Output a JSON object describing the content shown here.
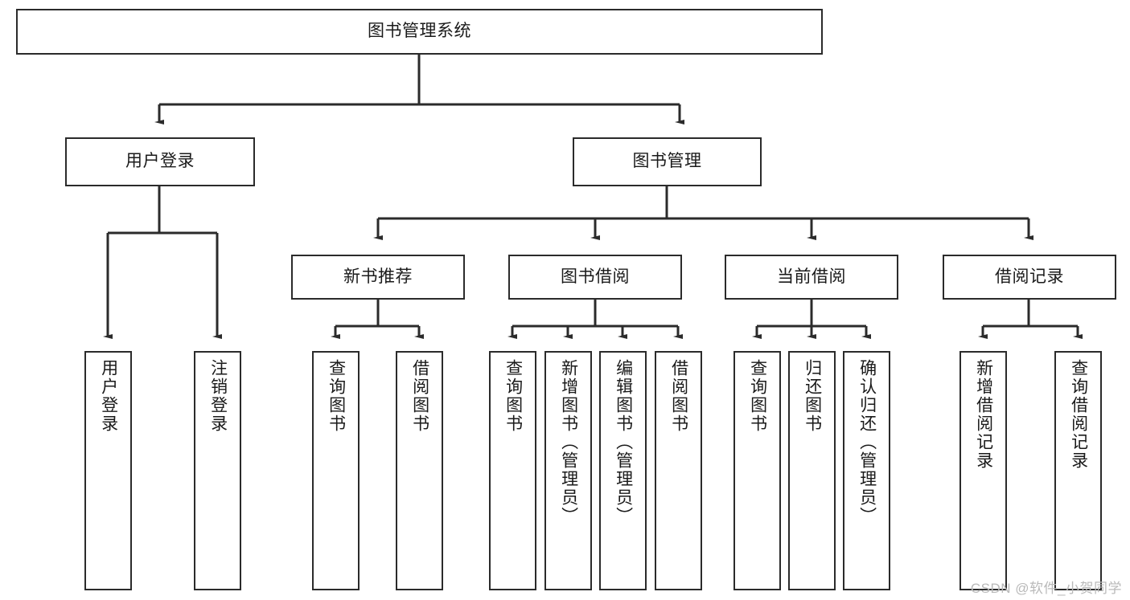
{
  "diagram": {
    "title": "图书管理系统",
    "type": "hierarchy-tree",
    "watermark": "CSDN @软件_小贺同学",
    "colors": {
      "border": "#2b2b2b",
      "background": "#ffffff",
      "text": "#1a1a1a",
      "watermark": "#b9b9b9"
    },
    "levels": {
      "root": {
        "label": "图书管理系统"
      },
      "level2": [
        {
          "label": "用户登录"
        },
        {
          "label": "图书管理"
        }
      ],
      "level3": [
        {
          "label": "新书推荐"
        },
        {
          "label": "图书借阅"
        },
        {
          "label": "当前借阅"
        },
        {
          "label": "借阅记录"
        }
      ],
      "leaves": [
        {
          "label": "用户登录"
        },
        {
          "label": "注销登录"
        },
        {
          "label": "查询图书"
        },
        {
          "label": "借阅图书"
        },
        {
          "label": "查询图书"
        },
        {
          "label": "新增图书（管理员）"
        },
        {
          "label": "编辑图书（管理员）"
        },
        {
          "label": "借阅图书"
        },
        {
          "label": "查询图书"
        },
        {
          "label": "归还图书"
        },
        {
          "label": "确认归还（管理员）"
        },
        {
          "label": "新增借阅记录"
        },
        {
          "label": "查询借阅记录"
        }
      ]
    }
  }
}
